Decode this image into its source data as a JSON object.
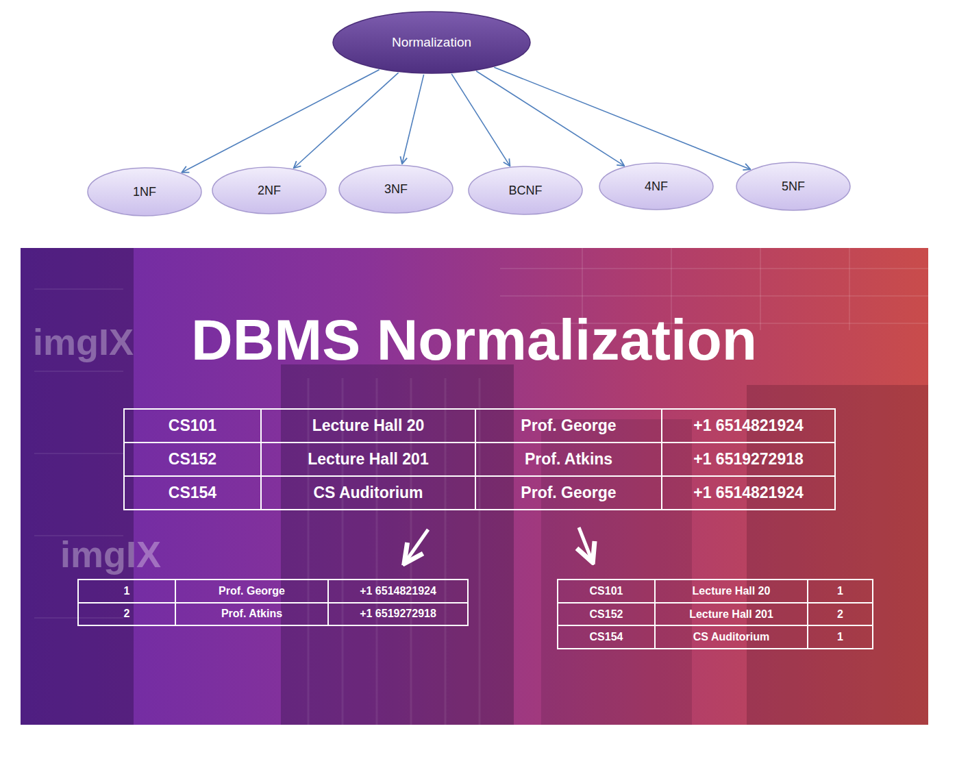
{
  "diagram": {
    "title": "DBMS Normalization",
    "nodes": [
      {
        "text": [
          "Normalization"
        ]
      },
      {
        "text": [
          "1NF"
        ]
      },
      {
        "text": [
          "2NF"
        ]
      },
      {
        "text": [
          "3NF"
        ]
      },
      {
        "text": [
          "BCNF"
        ]
      },
      {
        "text": [
          "4NF"
        ]
      },
      {
        "text": [
          "5NF"
        ]
      }
    ],
    "edges": [
      {
        "from": 0,
        "to": 1,
        "arrow": "to"
      },
      {
        "from": 0,
        "to": 2,
        "arrow": "to"
      },
      {
        "from": 0,
        "to": 3,
        "arrow": "to"
      },
      {
        "from": 0,
        "to": 4,
        "arrow": "to"
      },
      {
        "from": 0,
        "to": 5,
        "arrow": "to"
      },
      {
        "from": 0,
        "to": 6,
        "arrow": "to"
      }
    ],
    "labels": [
      "CS101",
      "Lecture Hall 20",
      "Prof. George",
      "+1 6514821924",
      "CS152",
      "Lecture Hall 201",
      "Prof. Atkins",
      "+1 6519272918",
      "CS154",
      "CS Auditorium",
      "Prof. George",
      "+1 6514821924",
      "1",
      "Prof. George",
      "+1 6514821924",
      "2",
      "Prof. Atkins",
      "+1 6519272918",
      "CS101",
      "Lecture Hall 20",
      "1",
      "CS152",
      "Lecture Hall 201",
      "2",
      "CS154",
      "CS Auditorium",
      "1",
      "imgIX",
      "imgIX"
    ]
  }
}
